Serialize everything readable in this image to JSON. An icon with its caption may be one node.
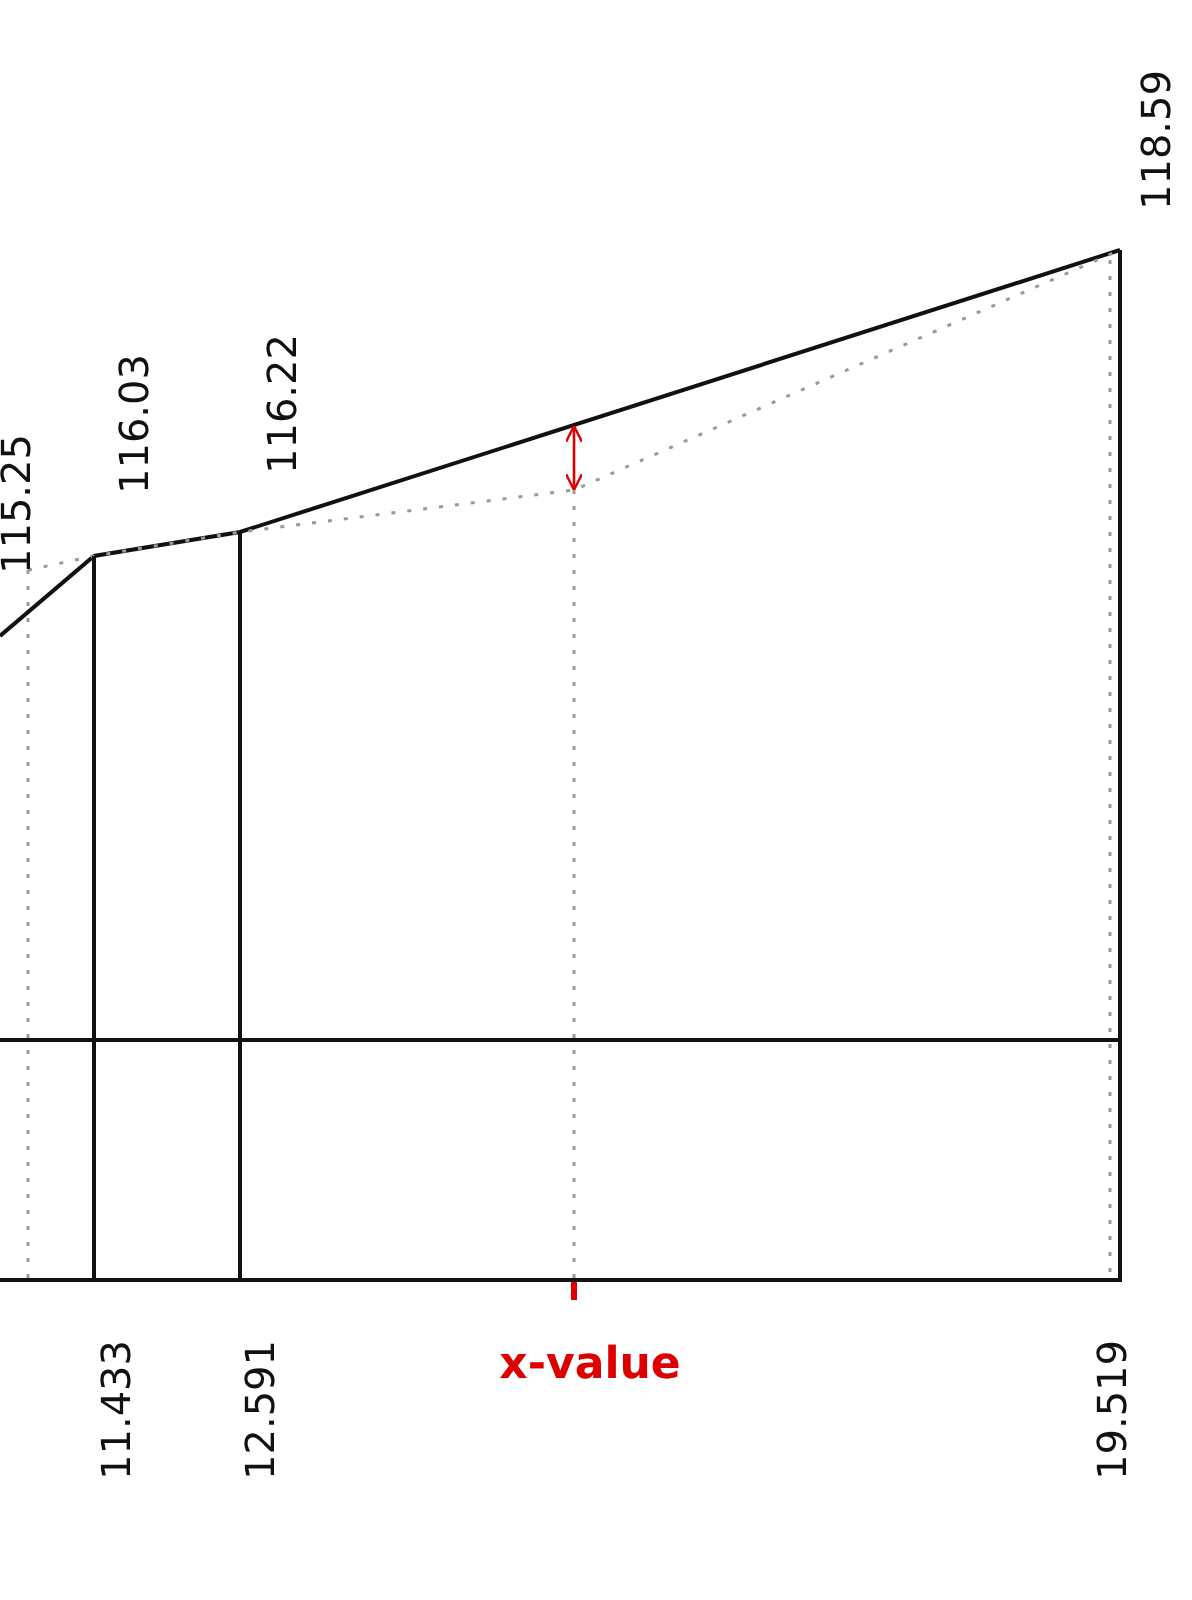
{
  "diagram": {
    "labels": [
      "118.59",
      "115.25",
      "116.03",
      "116.22",
      "11.433",
      "12.591",
      "x-value",
      "19.519"
    ]
  }
}
